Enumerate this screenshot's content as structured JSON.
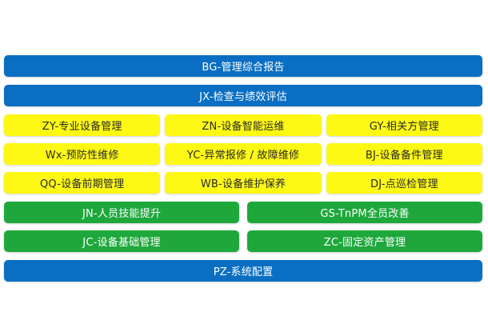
{
  "colors": {
    "blue": "#0a6fc2",
    "yellow": "#fdf814",
    "green": "#1ea83c"
  },
  "layers": {
    "bg": "BG-管理综合报告",
    "jx": "JX-检查与绩效评估",
    "row1": [
      "ZY-专业设备管理",
      "ZN-设备智能运维",
      "GY-相关方管理"
    ],
    "row2": [
      "Wx-预防性维修",
      "YC-异常报修 / 故障维修",
      "BJ-设备备件管理"
    ],
    "row3": [
      "QQ-设备前期管理",
      "WB-设备维护保养",
      "DJ-点巡检管理"
    ],
    "row4": [
      "JN-人员技能提升",
      "GS-TnPM全员改善"
    ],
    "row5": [
      "JC-设备基础管理",
      "ZC-固定资产管理"
    ],
    "pz": "PZ-系统配置"
  }
}
